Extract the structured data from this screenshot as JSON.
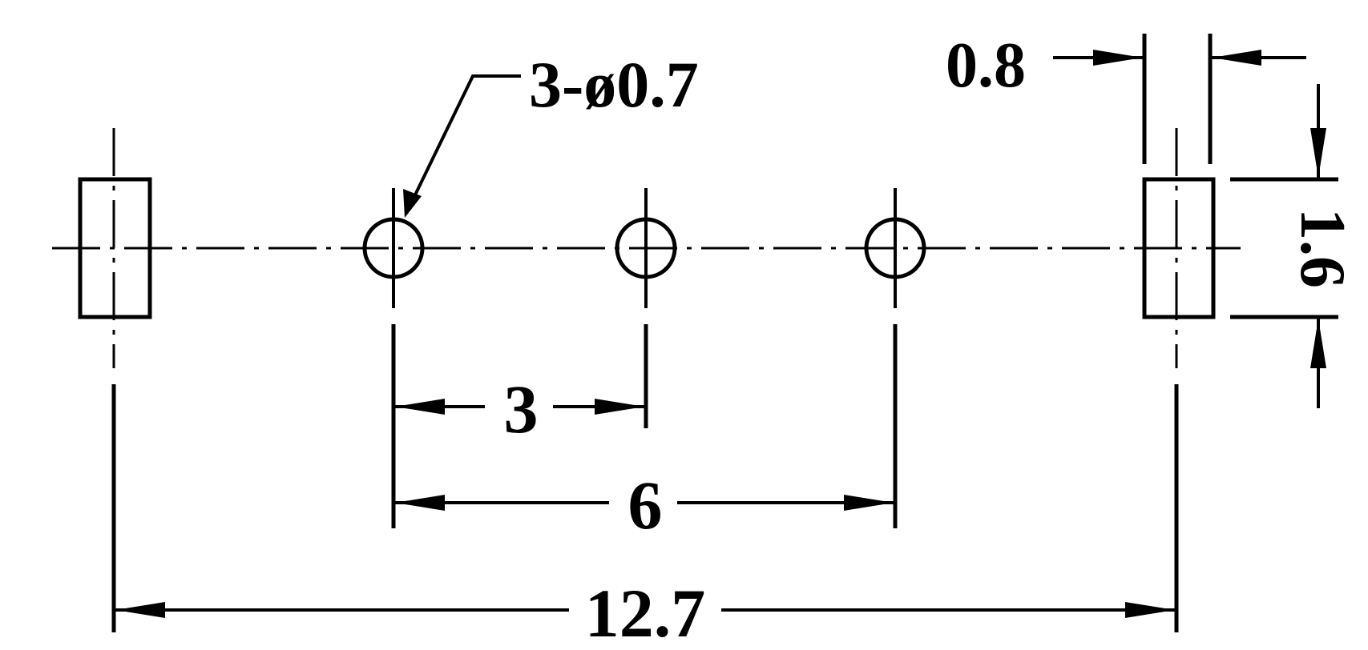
{
  "diagram": {
    "hole_callout": "3-ø0.7",
    "pitch_small": "3",
    "pitch_large": "6",
    "overall_span": "12.7",
    "pad_width": "0.8",
    "pad_height": "1.6"
  },
  "colors": {
    "ink": "#000000",
    "paper": "#ffffff"
  }
}
